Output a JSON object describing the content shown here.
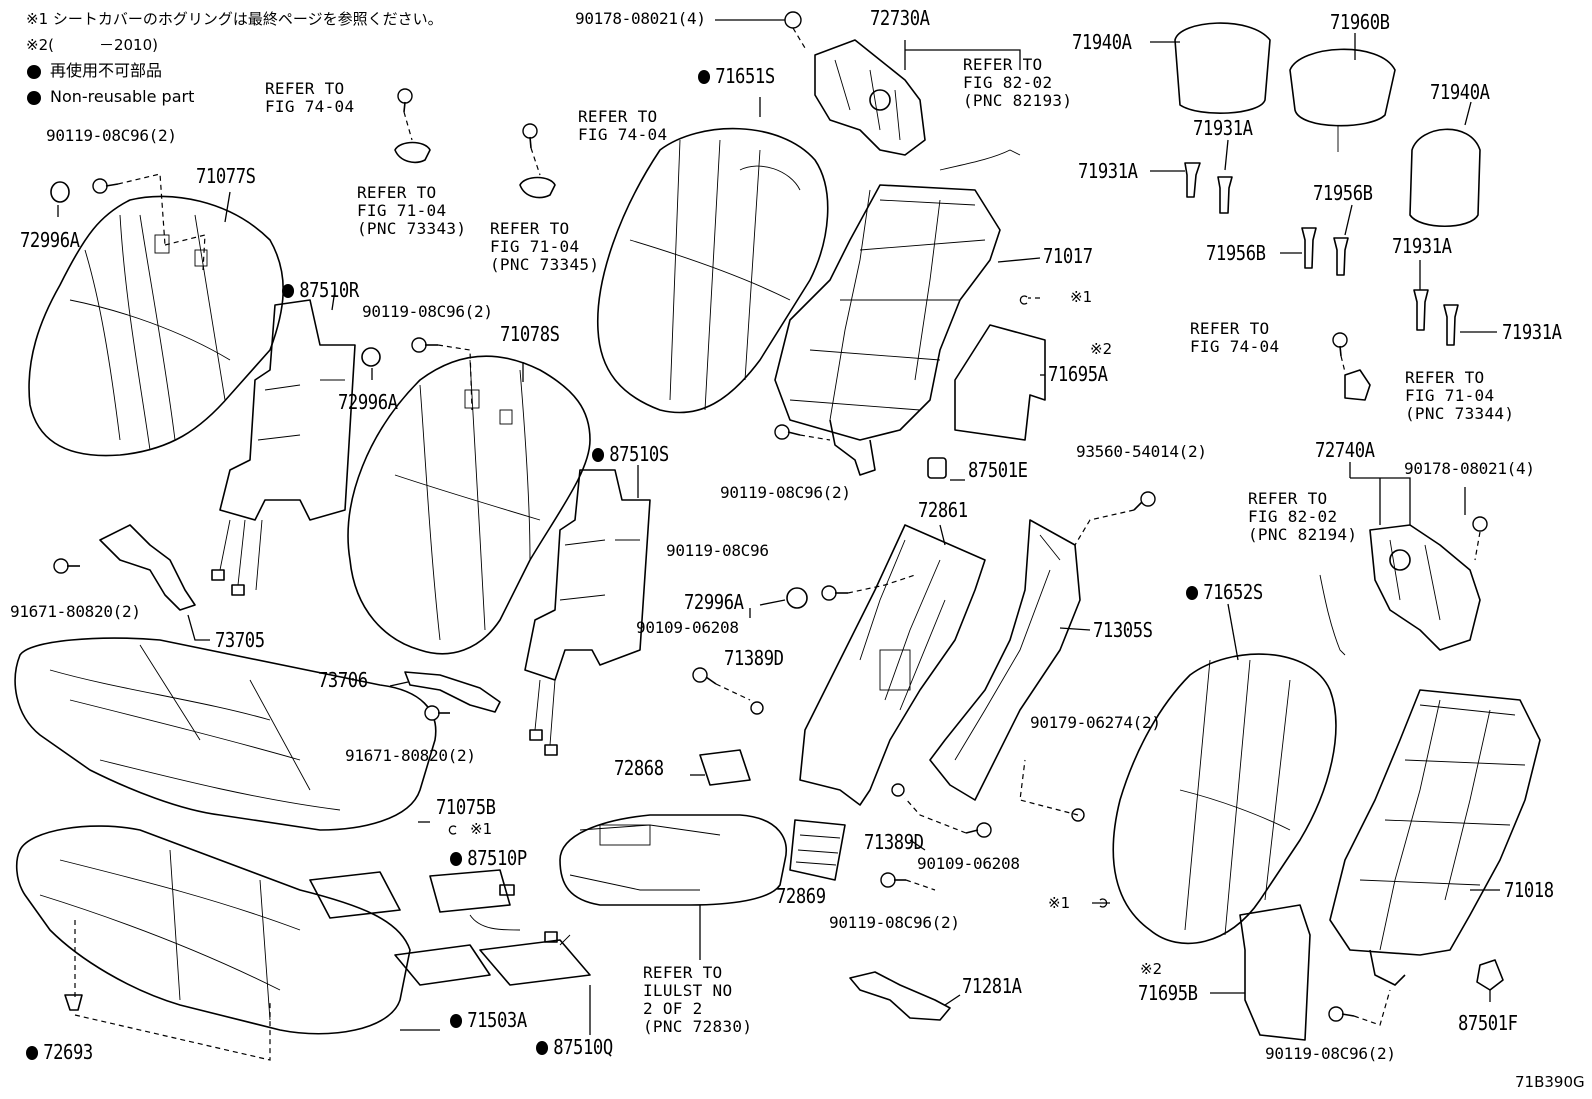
{
  "notes": {
    "note1": "※1 シートカバーのホグリングは最終ページを参照ください。",
    "note2": "※2(　　　－2010)",
    "legend_jp": "再使用不可部品",
    "legend_en": "Non-reusable part",
    "drawing_code": "71B390G",
    "mark1": "※1",
    "mark2": "※2"
  },
  "parts": {
    "p71077S": "71077S",
    "p72996A": "72996A",
    "p90119_08C96_2": "90119-08C96(2)",
    "p87510R": "87510R",
    "p91671_80820_2": "91671-80820(2)",
    "p73705": "73705",
    "p71078S": "71078S",
    "p87510S": "87510S",
    "p73706": "73706",
    "p71075B": "71075B",
    "p87510P": "87510P",
    "p71503A": "71503A",
    "p87510Q": "87510Q",
    "p72693": "72693",
    "p72868": "72868",
    "p72869": "72869",
    "p90109_06208": "90109-06208",
    "p71389D": "71389D",
    "p90119_08C96": "90119-08C96",
    "p90178_08021_4": "90178-08021(4)",
    "p71651S": "71651S",
    "p72730A": "72730A",
    "p71017": "71017",
    "p87501E": "87501E",
    "p72861": "72861",
    "p93560_54014_2": "93560-54014(2)",
    "p71305S": "71305S",
    "p90179_06274_2": "90179-06274(2)",
    "p71281A": "71281A",
    "p71940A": "71940A",
    "p71960B": "71960B",
    "p71931A": "71931A",
    "p71956B": "71956B",
    "p71695A": "71695A",
    "p72740A": "72740A",
    "p71652S": "71652S",
    "p71018": "71018",
    "p71695B": "71695B",
    "p87501F": "87501F"
  },
  "refs": {
    "fig7404": "REFER TO\nFIG 74-04",
    "fig7104_73343": "REFER TO\nFIG 71-04\n(PNC 73343)",
    "fig7104_73345": "REFER TO\nFIG 71-04\n(PNC 73345)",
    "fig8202_82193": "REFER TO\nFIG 82-02\n(PNC 82193)",
    "fig8202_82194": "REFER TO\nFIG 82-02\n(PNC 82194)",
    "fig7104_73344": "REFER TO\nFIG 71-04\n(PNC 73344)",
    "ilulst": "REFER TO\nILULST NO\n2 OF 2\n(PNC 72830)"
  }
}
